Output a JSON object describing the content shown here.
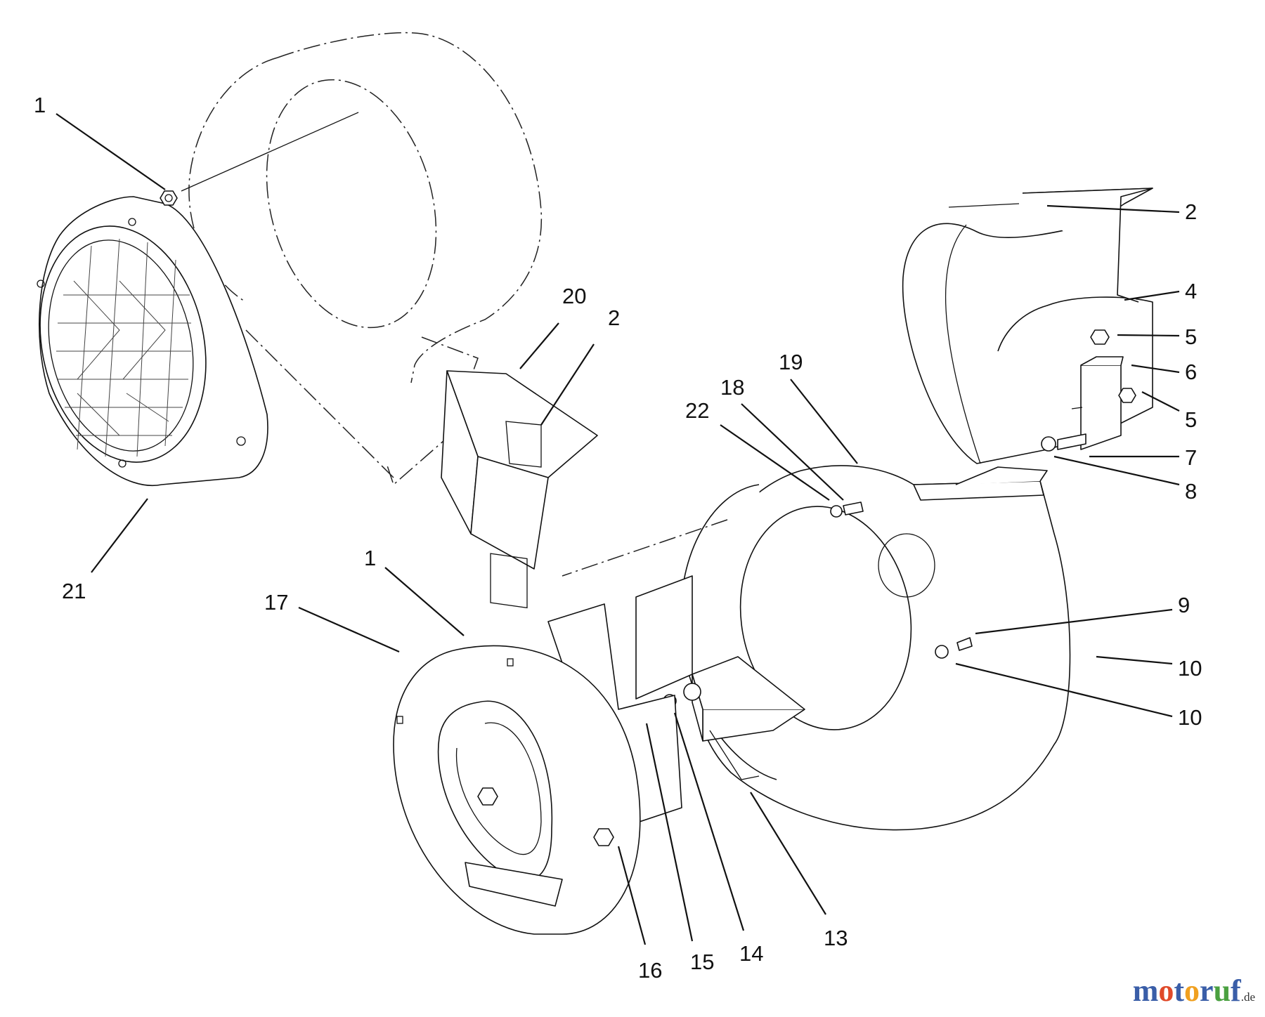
{
  "callouts": [
    {
      "id": "c-1-a",
      "text": "1"
    },
    {
      "id": "c-21",
      "text": "21"
    },
    {
      "id": "c-20",
      "text": "20"
    },
    {
      "id": "c-2-a",
      "text": "2"
    },
    {
      "id": "c-2-b",
      "text": "2"
    },
    {
      "id": "c-4",
      "text": "4"
    },
    {
      "id": "c-5-a",
      "text": "5"
    },
    {
      "id": "c-6",
      "text": "6"
    },
    {
      "id": "c-5-b",
      "text": "5"
    },
    {
      "id": "c-7",
      "text": "7"
    },
    {
      "id": "c-8",
      "text": "8"
    },
    {
      "id": "c-19",
      "text": "19"
    },
    {
      "id": "c-18",
      "text": "18"
    },
    {
      "id": "c-22",
      "text": "22"
    },
    {
      "id": "c-1-b",
      "text": "1"
    },
    {
      "id": "c-17",
      "text": "17"
    },
    {
      "id": "c-9",
      "text": "9"
    },
    {
      "id": "c-10-a",
      "text": "10"
    },
    {
      "id": "c-10-b",
      "text": "10"
    },
    {
      "id": "c-16",
      "text": "16"
    },
    {
      "id": "c-15",
      "text": "15"
    },
    {
      "id": "c-14",
      "text": "14"
    },
    {
      "id": "c-13",
      "text": "13"
    }
  ],
  "watermark": {
    "letters": [
      {
        "ch": "m",
        "color": "#3a5ea8"
      },
      {
        "ch": "o",
        "color": "#e04a2a"
      },
      {
        "ch": "t",
        "color": "#3a5ea8"
      },
      {
        "ch": "o",
        "color": "#f0a020"
      },
      {
        "ch": "r",
        "color": "#3a5ea8"
      },
      {
        "ch": "u",
        "color": "#4aa040"
      },
      {
        "ch": "f",
        "color": "#3a5ea8"
      }
    ],
    "suffix": ".de"
  }
}
